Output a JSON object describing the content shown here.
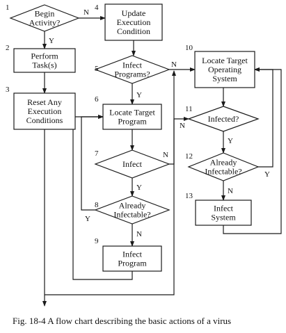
{
  "caption": "Fig. 18-4   A flow chart describing the basic actions of a virus",
  "nodes": {
    "n1": {
      "num": "1",
      "lines": [
        "Begin",
        "Activity?"
      ]
    },
    "n2": {
      "num": "2",
      "lines": [
        "Perform",
        "Task(s)"
      ]
    },
    "n3": {
      "num": "3",
      "lines": [
        "Reset Any",
        "Execution",
        "Conditions"
      ]
    },
    "n4": {
      "num": "4",
      "lines": [
        "Update",
        "Execution",
        "Condition"
      ]
    },
    "n5": {
      "num": "5",
      "lines": [
        "Infect",
        "Programs?"
      ]
    },
    "n6": {
      "num": "6",
      "lines": [
        "Locate Target",
        "Program"
      ]
    },
    "n7": {
      "num": "7",
      "lines": [
        "Infect"
      ]
    },
    "n8": {
      "num": "8",
      "lines": [
        "Already",
        "Infectable?"
      ]
    },
    "n9": {
      "num": "9",
      "lines": [
        "Infect",
        "Program"
      ]
    },
    "n10": {
      "num": "10",
      "lines": [
        "Locate Target",
        "Operating",
        "System"
      ]
    },
    "n11": {
      "num": "11",
      "lines": [
        "Infected?"
      ]
    },
    "n12": {
      "num": "12",
      "lines": [
        "Already",
        "Infectable?"
      ]
    },
    "n13": {
      "num": "13",
      "lines": [
        "Infect",
        "System"
      ]
    }
  },
  "edge_labels": {
    "n1_no": "N",
    "n1_yes": "Y",
    "n5_no": "N",
    "n5_yes": "Y",
    "n7_no": "N",
    "n7_yes": "Y",
    "n8_yes": "Y",
    "n8_no": "N",
    "n11_no": "N",
    "n11_yes": "Y",
    "n12_yes": "Y",
    "n12_no": "N"
  }
}
